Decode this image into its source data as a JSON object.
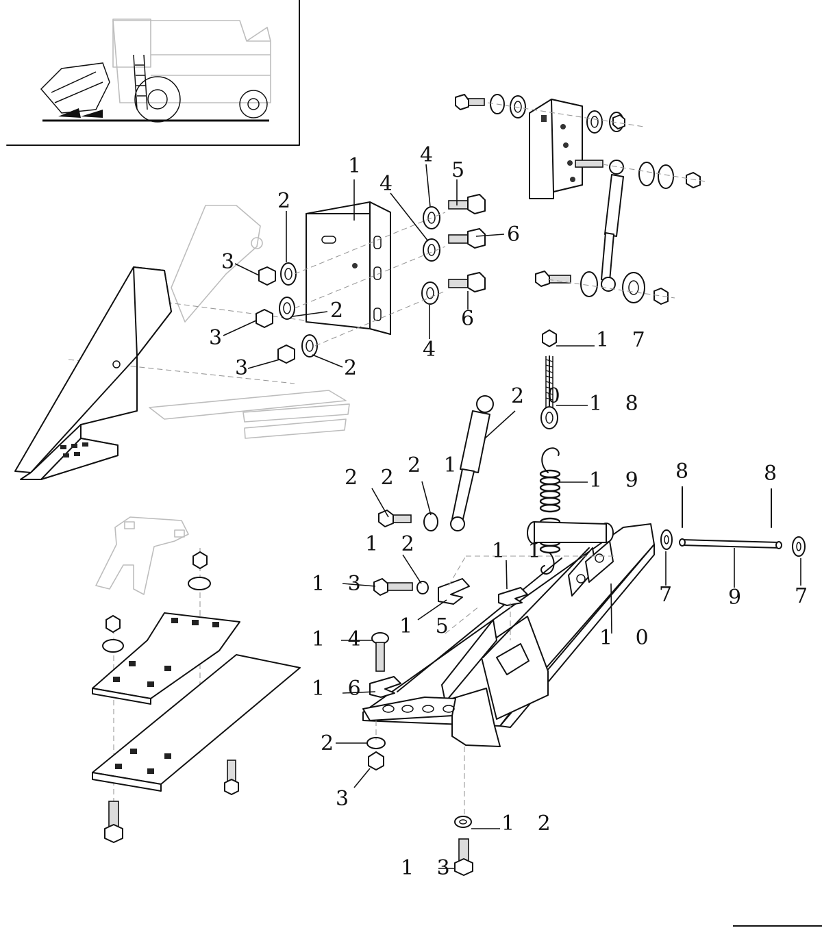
{
  "callouts": {
    "c1": "1",
    "c2a": "2",
    "c2b": "2",
    "c2c": "2",
    "c2d": "2",
    "c3a": "3",
    "c3b": "3",
    "c3c": "3",
    "c3d": "3",
    "c4a": "4",
    "c4b": "4",
    "c4c": "4",
    "c5": "5",
    "c6a": "6",
    "c6b": "6",
    "c7a": "7",
    "c7b": "7",
    "c8a": "8",
    "c8b": "8",
    "c9": "9",
    "c10": "1 0",
    "c11": "1 1",
    "c12a": "1 2",
    "c12b": "1 2",
    "c13a": "1 3",
    "c13b": "1 3",
    "c14": "1 4",
    "c15": "1 5",
    "c16": "1 6",
    "c17": "1 7",
    "c18": "1 8",
    "c19": "1 9",
    "c20": "2 0",
    "c21": "2 1",
    "c22": "2 2"
  }
}
